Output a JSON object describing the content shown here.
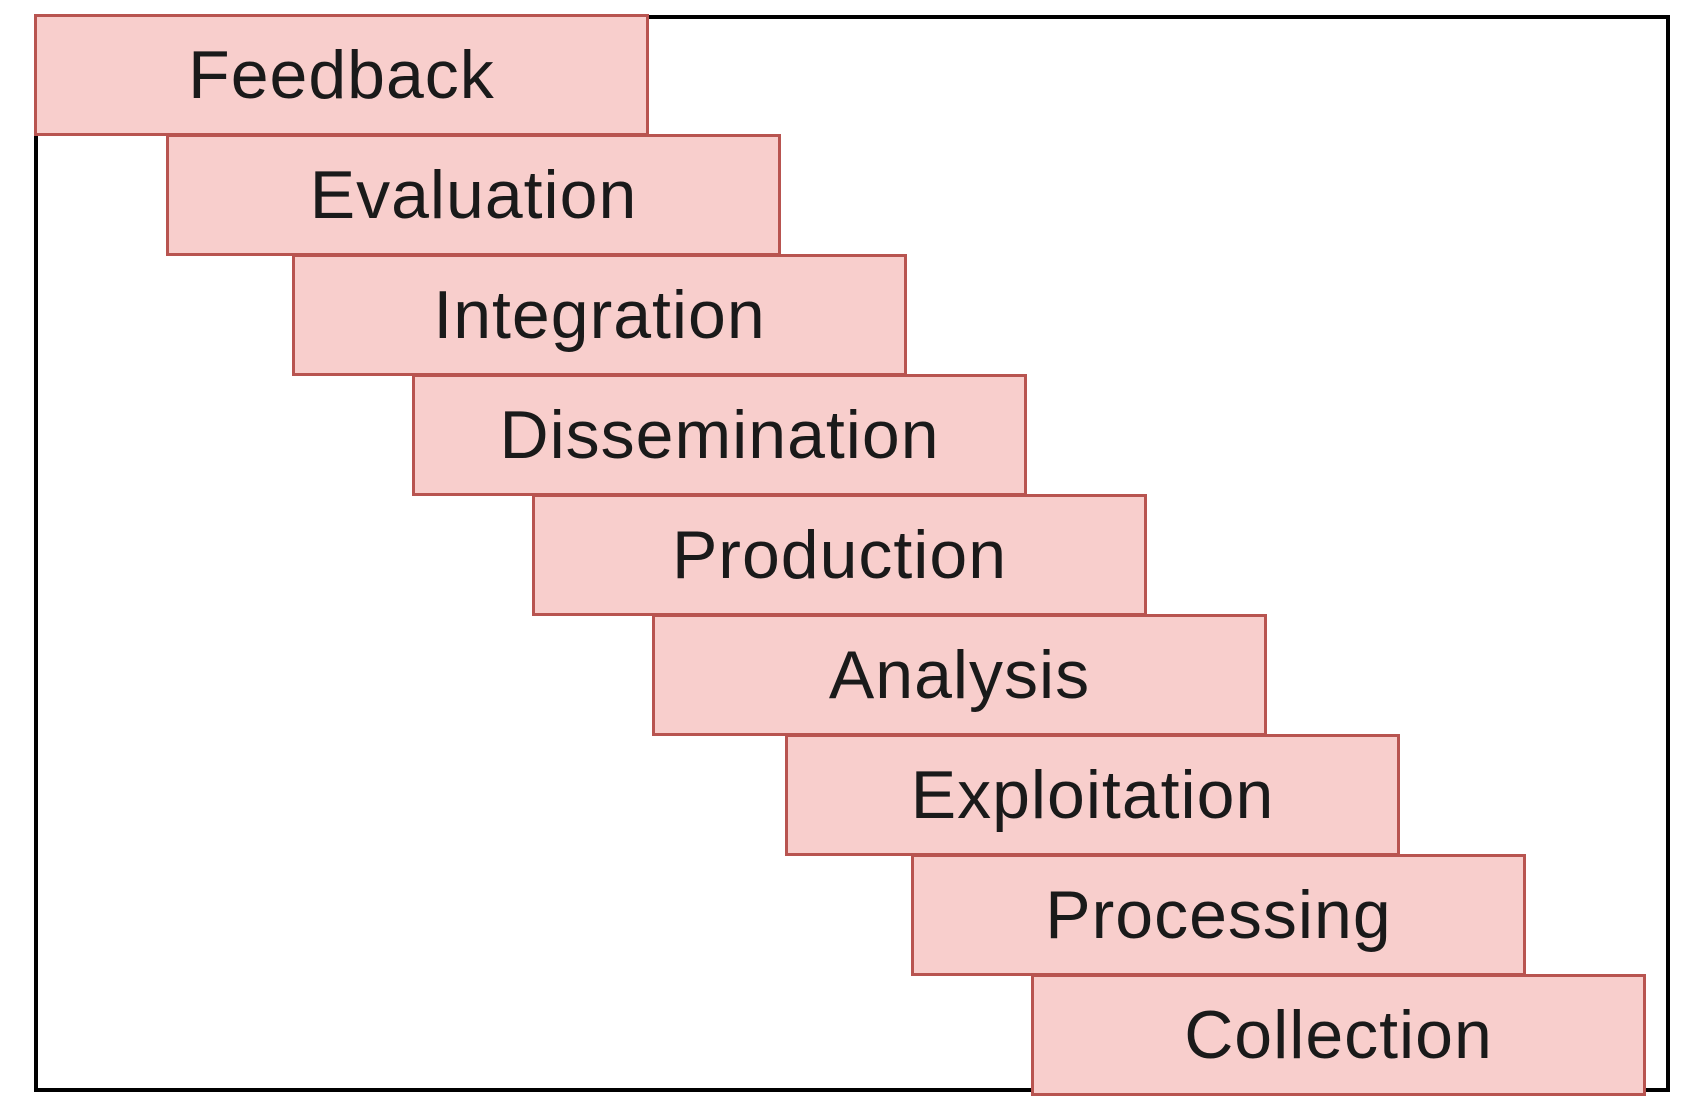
{
  "diagram": {
    "colors": {
      "box_fill": "#f8cecc",
      "box_stroke": "#b85450",
      "frame_stroke": "#000000",
      "text": "#1a1a1a"
    },
    "steps": [
      {
        "label": "Feedback"
      },
      {
        "label": "Evaluation"
      },
      {
        "label": "Integration"
      },
      {
        "label": "Dissemination"
      },
      {
        "label": "Production"
      },
      {
        "label": "Analysis"
      },
      {
        "label": "Exploitation"
      },
      {
        "label": "Processing"
      },
      {
        "label": "Collection"
      }
    ]
  }
}
